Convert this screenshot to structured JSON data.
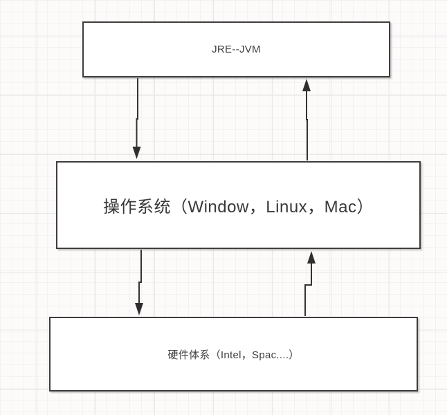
{
  "diagram": {
    "nodes": {
      "jre": {
        "label": "JRE--JVM"
      },
      "os": {
        "label": "操作系统（Window，Linux，Mac）"
      },
      "hardware": {
        "label": "硬件体系（Intel，Spac....）"
      }
    },
    "edges": [
      {
        "from": "jre",
        "to": "os",
        "arrow_direction": "down"
      },
      {
        "from": "os",
        "to": "jre",
        "arrow_direction": "up"
      },
      {
        "from": "os",
        "to": "hardware",
        "arrow_direction": "down"
      },
      {
        "from": "hardware",
        "to": "os",
        "arrow_direction": "up"
      }
    ],
    "colors": {
      "canvas_background": "#fcfbfa",
      "grid_minor": "#f3f1f1",
      "grid_major": "#e9e6e6",
      "node_fill": "#ffffff",
      "node_border": "#3d3d3d",
      "connector": "#333333",
      "text": "#3f3f3f"
    }
  }
}
